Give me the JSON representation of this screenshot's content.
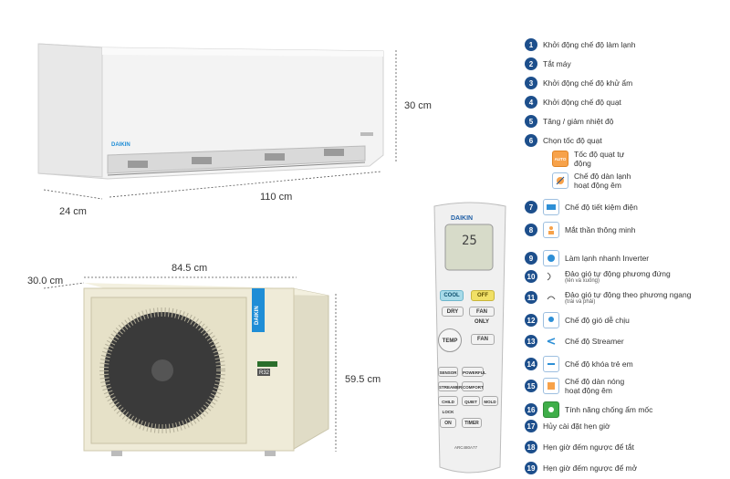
{
  "indoor": {
    "brand": "DAIKIN",
    "height_label": "30 cm",
    "width_label": "110 cm",
    "depth_label": "24 cm"
  },
  "outdoor": {
    "brand": "DAIKIN",
    "refrigerant": "R32",
    "width_label": "84.5 cm",
    "height_label": "59.5 cm",
    "depth_label": "30.0 cm"
  },
  "remote": {
    "brand": "DAIKIN",
    "display_temp": "25",
    "buttons": {
      "cool": "COOL",
      "off": "OFF",
      "dry": "DRY",
      "fan_only": "FAN ONLY",
      "temp": "TEMP",
      "fan": "FAN",
      "sensor": "SENSOR",
      "powerful": "POWERFUL",
      "streamer": "STREAMER",
      "comfort": "COMFORT",
      "child_lock": "CHILD LOCK",
      "quiet": "QUIET",
      "mold": "MOLD",
      "on": "ON",
      "timer": "TIMER"
    },
    "model": "ARC480A77"
  },
  "legend": {
    "items": [
      {
        "num": "1",
        "text": "Khởi động chế độ làm lạnh"
      },
      {
        "num": "2",
        "text": "Tắt máy"
      },
      {
        "num": "3",
        "text": "Khởi động chế độ khử ẩm"
      },
      {
        "num": "4",
        "text": "Khởi động chế độ quạt"
      },
      {
        "num": "5",
        "text": "Tăng / giảm nhiệt độ"
      },
      {
        "num": "6",
        "text": "Chọn tốc độ quạt"
      },
      {
        "num": "7",
        "text": "Chế độ tiết kiệm điện"
      },
      {
        "num": "8",
        "text": "Mắt thần thông minh"
      },
      {
        "num": "9",
        "text": "Làm lạnh nhanh Inverter"
      },
      {
        "num": "10",
        "text": "Đảo gió tự động phương đứng",
        "sub": "(lên và xuống)"
      },
      {
        "num": "11",
        "text": "Đảo gió tự động theo phương ngang",
        "sub": "(trái và phải)"
      },
      {
        "num": "12",
        "text": "Chế độ gió dễ chịu"
      },
      {
        "num": "13",
        "text": "Chế độ Streamer"
      },
      {
        "num": "14",
        "text": "Chế độ khóa trẻ em"
      },
      {
        "num": "15",
        "text": "Chế độ dàn nóng hoạt động êm"
      },
      {
        "num": "16",
        "text": "Tính năng chống ẩm mốc"
      },
      {
        "num": "17",
        "text": "Hủy cài đặt hẹn giờ"
      },
      {
        "num": "18",
        "text": "Hẹn giờ đếm ngược để tắt"
      },
      {
        "num": "19",
        "text": "Hẹn giờ đếm ngược để mở"
      }
    ],
    "fan_speed_options": [
      {
        "icon_label": "AUTO",
        "text": "Tốc độ quạt tự động"
      },
      {
        "icon_label": "",
        "text": "Chế độ dàn lạnh hoạt động êm"
      }
    ]
  },
  "colors": {
    "badge": "#1d4f8c",
    "unit_body": "#f2f2f2",
    "outdoor_body": "#efebd8",
    "daikin_blue": "#1f8dd6"
  }
}
